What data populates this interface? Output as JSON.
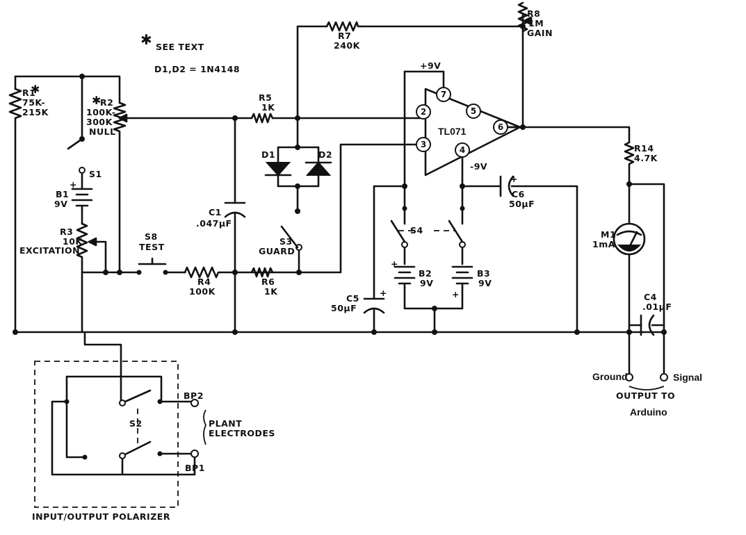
{
  "notes": {
    "see_text": "SEE TEXT",
    "diodes": "D1,D2 = 1N4148"
  },
  "components": {
    "R1": {
      "ref": "R1",
      "val1": "75K-",
      "val2": "215K"
    },
    "R2": {
      "ref": "R2",
      "val1": "100K-",
      "val2": "300K",
      "val3": "NULL"
    },
    "R3": {
      "ref": "R3",
      "val1": "10K",
      "val2": "EXCITATION"
    },
    "R4": {
      "ref": "R4",
      "val": "100K"
    },
    "R5": {
      "ref": "R5",
      "val": "1K"
    },
    "R6": {
      "ref": "R6",
      "val": "1K"
    },
    "R7": {
      "ref": "R7",
      "val": "240K"
    },
    "R8": {
      "ref": "R8",
      "val1": "1M",
      "val2": "GAIN"
    },
    "R14": {
      "ref": "R14",
      "val": "4.7K"
    },
    "C1": {
      "ref": "C1",
      "val": ".047µF"
    },
    "C4": {
      "ref": "C4",
      "val": ".01µF"
    },
    "C5": {
      "ref": "C5",
      "val": "50µF"
    },
    "C6": {
      "ref": "C6",
      "val": "50µF"
    },
    "B1": {
      "ref": "B1",
      "val": "9V"
    },
    "B2": {
      "ref": "B2",
      "val": "9V"
    },
    "B3": {
      "ref": "B3",
      "val": "9V"
    },
    "S1": "S1",
    "S2": "S2",
    "S3": {
      "ref": "S3",
      "val": "GUARD"
    },
    "S4": "S4",
    "S8": {
      "ref": "S8",
      "val": "TEST"
    },
    "D1": "D1",
    "D2": "D2",
    "M1": {
      "ref": "M1",
      "val": "1mA"
    },
    "U1": {
      "ref": "TL071",
      "pins": [
        "2",
        "3",
        "4",
        "5",
        "6",
        "7"
      ]
    },
    "BP1": "BP1",
    "BP2": "BP2"
  },
  "supply": {
    "pos": "+9V",
    "neg": "-9V",
    "plus": "+"
  },
  "labels": {
    "plant": "PLANT",
    "electrodes": "ELECTRODES",
    "polarizer": "INPUT/OUTPUT POLARIZER",
    "ground": "Ground",
    "signal": "Signal",
    "output_to": "OUTPUT TO",
    "arduino": "Arduino"
  }
}
